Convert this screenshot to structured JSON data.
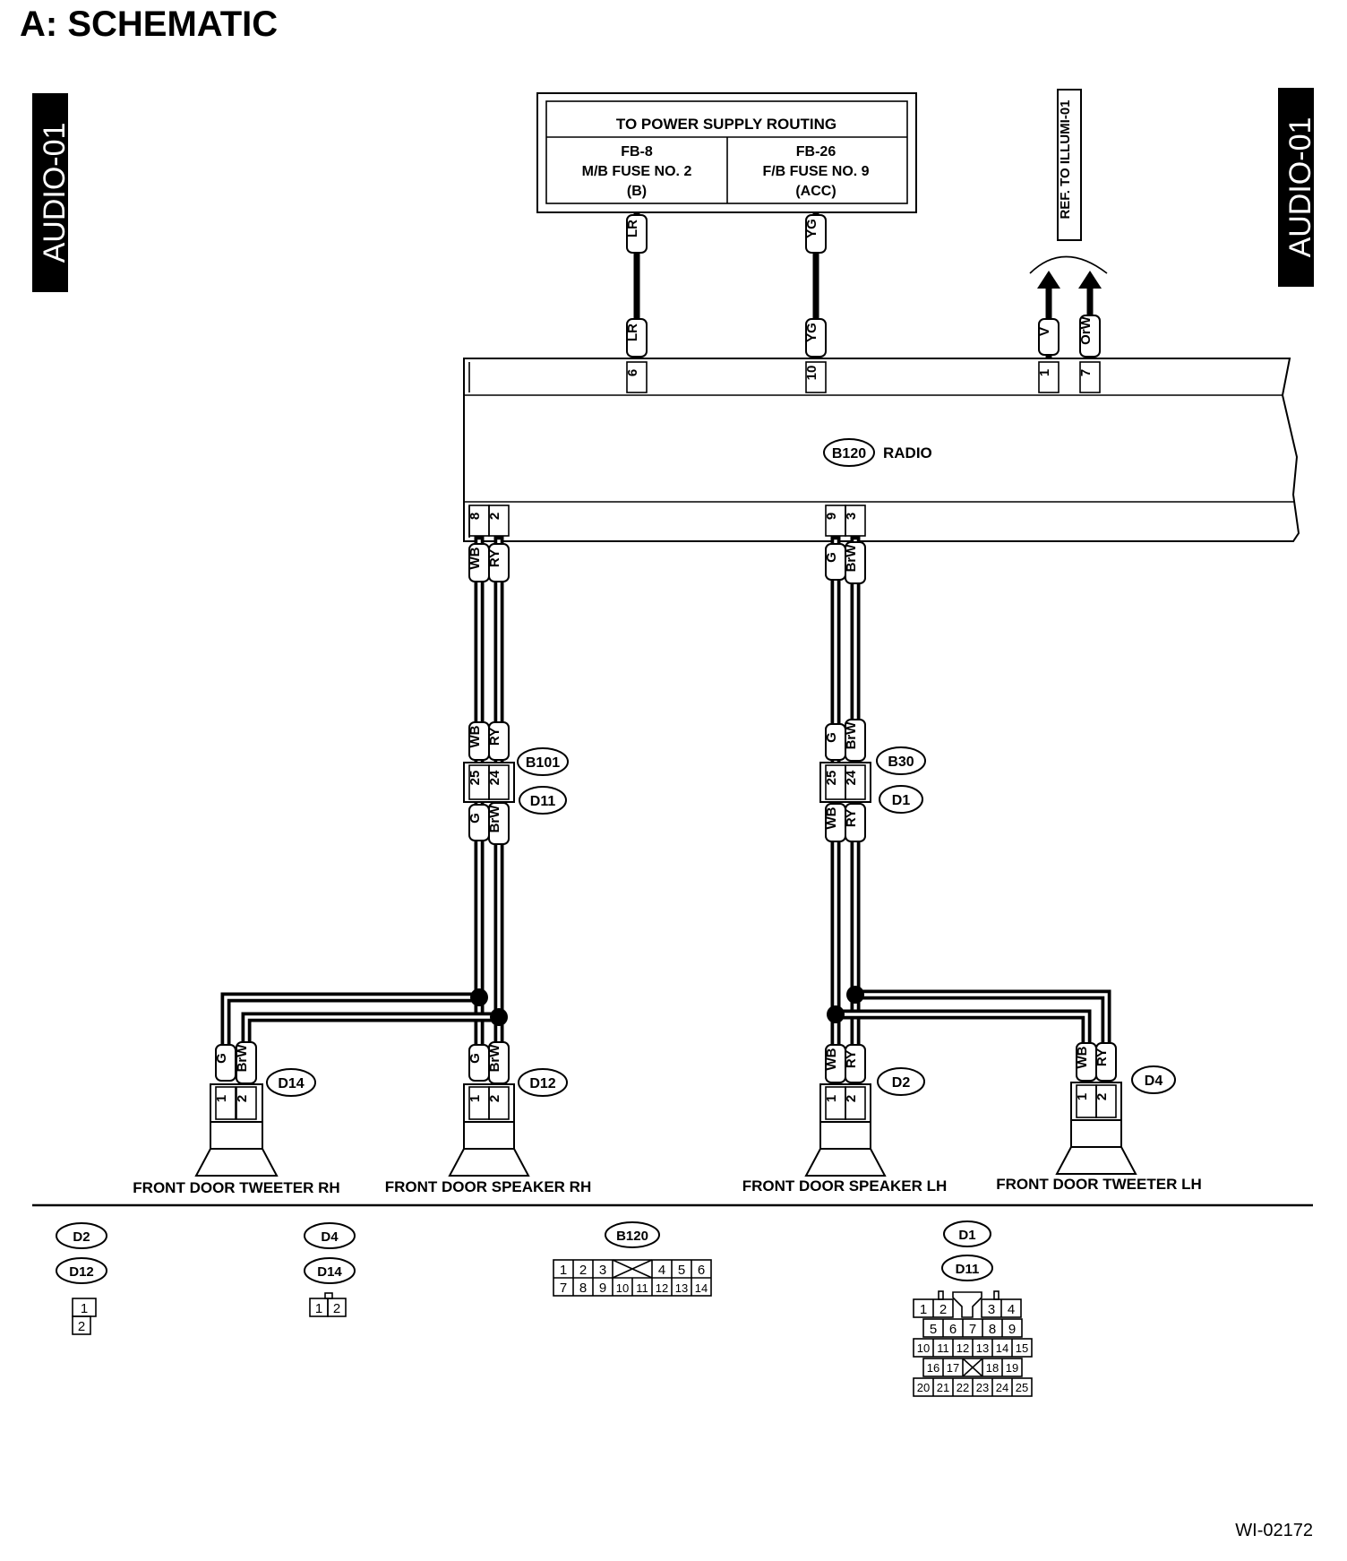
{
  "page": {
    "title": "A:  SCHEMATIC",
    "side_label_left": "AUDIO-01",
    "side_label_right": "AUDIO-01",
    "figure_id": "WI-02172"
  },
  "power_box": {
    "header": "TO POWER SUPPLY ROUTING",
    "left": {
      "line1": "FB-8",
      "line2": "M/B FUSE NO. 2",
      "line3": "(B)"
    },
    "right": {
      "line1": "FB-26",
      "line2": "F/B FUSE NO. 9",
      "line3": "(ACC)"
    }
  },
  "ref_label": "REF. TO ILLUMI-01",
  "radio": {
    "connector": "B120",
    "label": "RADIO"
  },
  "top_wires": [
    {
      "color": "LR",
      "pin": "6"
    },
    {
      "color": "YG",
      "pin": "10"
    },
    {
      "color": "V",
      "pin": "1"
    },
    {
      "color": "OrW",
      "pin": "7"
    }
  ],
  "bottom_pins": {
    "right_side": {
      "pins": [
        "8",
        "2"
      ],
      "wires": [
        "WB",
        "RY"
      ]
    },
    "left_side": {
      "pins": [
        "9",
        "3"
      ],
      "wires": [
        "G",
        "BrW"
      ]
    }
  },
  "junctions": {
    "right_side": {
      "upper_connector": "B101",
      "lower_connector": "D11",
      "upper_wires": [
        "WB",
        "RY"
      ],
      "pins": [
        "25",
        "24"
      ],
      "lower_wires": [
        "G",
        "BrW"
      ]
    },
    "left_side": {
      "upper_connector": "B30",
      "lower_connector": "D1",
      "upper_wires": [
        "G",
        "BrW"
      ],
      "pins": [
        "25",
        "24"
      ],
      "lower_wires": [
        "WB",
        "RY"
      ]
    }
  },
  "speakers": [
    {
      "label": "FRONT DOOR TWEETER RH",
      "connector": "D14",
      "wires": [
        "G",
        "BrW"
      ],
      "pins": [
        "1",
        "2"
      ]
    },
    {
      "label": "FRONT DOOR SPEAKER RH",
      "connector": "D12",
      "wires": [
        "G",
        "BrW"
      ],
      "pins": [
        "1",
        "2"
      ]
    },
    {
      "label": "FRONT DOOR SPEAKER LH",
      "connector": "D2",
      "wires": [
        "WB",
        "RY"
      ],
      "pins": [
        "1",
        "2"
      ]
    },
    {
      "label": "FRONT DOOR TWEETER LH",
      "connector": "D4",
      "wires": [
        "WB",
        "RY"
      ],
      "pins": [
        "1",
        "2"
      ]
    }
  ],
  "legend": {
    "group1": {
      "labels": [
        "D2",
        "D12"
      ],
      "pins": [
        "1",
        "2"
      ]
    },
    "group2": {
      "labels": [
        "D4",
        "D14"
      ],
      "pins": [
        "1",
        "2"
      ]
    },
    "group3": {
      "label": "B120",
      "row1": [
        "1",
        "2",
        "3",
        "4",
        "5",
        "6"
      ],
      "row2": [
        "7",
        "8",
        "9",
        "10",
        "11",
        "12",
        "13",
        "14"
      ]
    },
    "group4": {
      "labels": [
        "D1",
        "D11"
      ],
      "row1": [
        "1",
        "2",
        "3",
        "4"
      ],
      "row2": [
        "5",
        "6",
        "7",
        "8",
        "9"
      ],
      "row3": [
        "10",
        "11",
        "12",
        "13",
        "14",
        "15"
      ],
      "row4": [
        "16",
        "17",
        "18",
        "19"
      ],
      "row5": [
        "20",
        "21",
        "22",
        "23",
        "24",
        "25"
      ]
    }
  }
}
